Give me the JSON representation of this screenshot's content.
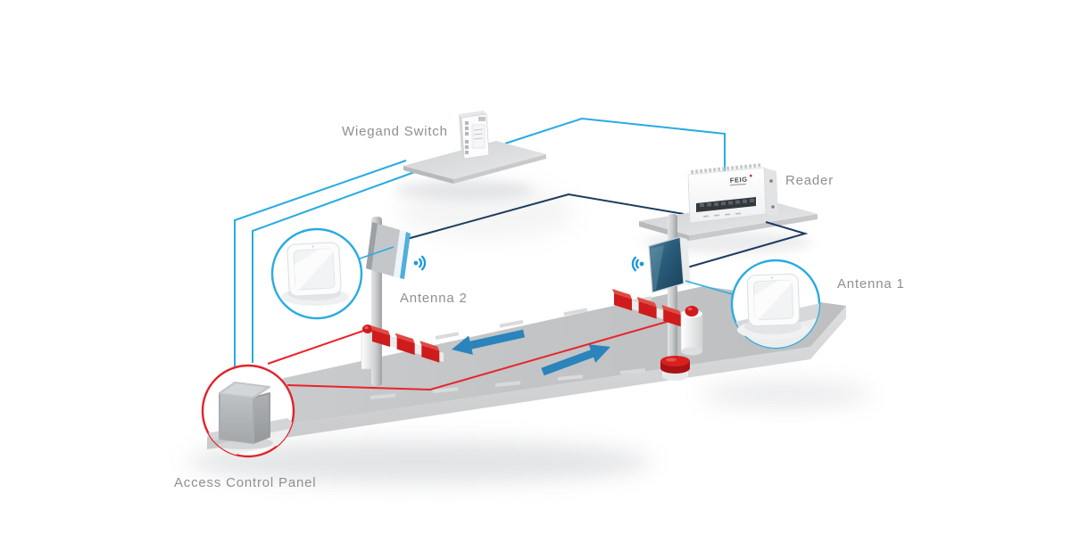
{
  "diagram": {
    "labels": {
      "wiegand_switch": "Wiegand Switch",
      "reader": "Reader",
      "antenna_2": "Antenna 2",
      "antenna_1": "Antenna 1",
      "access_control_panel": "Access Control Panel"
    },
    "reader_device": {
      "logo": "FEIG"
    },
    "colors": {
      "cable_blue": "#29ABE2",
      "cable_navy": "#1E3C5F",
      "cable_red": "#E8252A",
      "barrier_red": "#CF1B1C",
      "arrow_blue": "#2B84BC",
      "road_gray": "#C4C6C8",
      "label_gray": "#8D9093",
      "wifi_blue": "#1F9AD6"
    }
  }
}
